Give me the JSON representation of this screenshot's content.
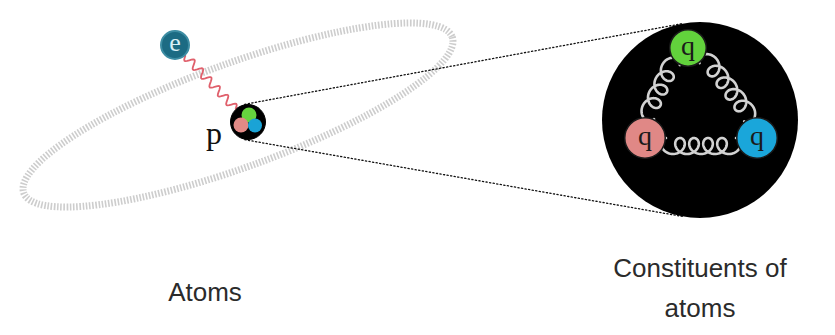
{
  "diagram": {
    "nodes": [
      {
        "text": [
          "e"
        ]
      },
      {
        "text": [
          "p"
        ]
      },
      {
        "text": [
          "Constituents of atoms"
        ]
      },
      {
        "text": [
          "q"
        ],
        "in": 2
      },
      {
        "text": [
          "q"
        ],
        "in": 2
      },
      {
        "text": [
          "q"
        ],
        "in": 2
      }
    ],
    "edges": [
      {
        "from": 0,
        "to": 1,
        "arrow": "none"
      },
      {
        "from": 1,
        "to": 2,
        "arrow": "none"
      },
      {
        "from": 1,
        "to": 2,
        "arrow": "none"
      },
      {
        "from": 3,
        "to": 4,
        "arrow": "none"
      },
      {
        "from": 3,
        "to": 5,
        "arrow": "none"
      },
      {
        "from": 4,
        "to": 5,
        "arrow": "none"
      }
    ],
    "labels": [
      "Atoms"
    ]
  }
}
